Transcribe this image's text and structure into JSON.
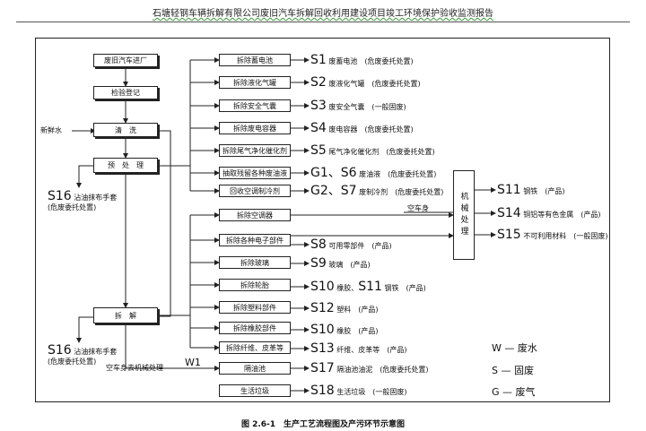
{
  "header": {
    "title": "石塘轻钢车辆拆解有限公司废旧汽车拆解回收利用建设项目竣工环境保护验收监测报告"
  },
  "caption": "图 2.6-1　生产工艺流程图及产污环节示意图",
  "left_column": {
    "car_in": "废旧汽车进厂",
    "inspection": "检验登记",
    "cleaning": "清　洗",
    "pretreatment": "预　处　理",
    "dismantling": "拆　解",
    "fresh_water": "新鲜水",
    "s16_top_code": "S16",
    "s16_top_text": "沾油抹布手套",
    "s16_top_note": "(危废委托处置)",
    "s16_bottom_code": "S16",
    "s16_bottom_text": "沾油抹布手套",
    "s16_bottom_note": "(危废委托处置)",
    "body_to_mechanical": "空车身去机械处理",
    "w1": "W1"
  },
  "pretreat_steps": [
    {
      "box": "拆除蓄电池",
      "code": "S1",
      "text": "废蓄电池　(危废委托处置)"
    },
    {
      "box": "拆除液化气罐",
      "code": "S2",
      "text": "废液化气罐　(危废委托处置)"
    },
    {
      "box": "拆除安全气囊",
      "code": "S3",
      "text": "废安全气囊　(一般固废)"
    },
    {
      "box": "拆除废电容器",
      "code": "S4",
      "text": "废电容器　(危废委托处置)"
    },
    {
      "box": "拆除尾气净化催化剂",
      "code": "S5",
      "text": "尾气净化催化剂　(危废委托处置)"
    },
    {
      "box": "抽取残留各种废油液",
      "code": "G1、S6",
      "text": "废油液　(危废委托处置)"
    },
    {
      "box": "回收空调制冷剂",
      "code": "G2、S7",
      "text": "废制冷剂　(危废委托处置)"
    }
  ],
  "dismantle_steps": [
    {
      "box": "拆除空调器",
      "code": "",
      "text": ""
    },
    {
      "box": "拆除各种电子部件",
      "code": "S8",
      "text": "可用零部件　(产品)"
    },
    {
      "box": "拆除玻璃",
      "code": "S9",
      "text": "玻璃　(产品)"
    },
    {
      "box": "拆除轮胎",
      "code": "S10",
      "text": "橡胶、",
      "code2": "S11",
      "text2": "钢铁　(产品)"
    },
    {
      "box": "拆除塑料部件",
      "code": "S12",
      "text": "塑料　(产品)"
    },
    {
      "box": "拆除橡胶部件",
      "code": "S10",
      "text": "橡胶　(产品)"
    },
    {
      "box": "拆除纤维、皮革等",
      "code": "S13",
      "text": "纤维、皮革等　(产品)"
    },
    {
      "box": "隔油池",
      "code": "S17",
      "text": "隔油池油泥　(危废委托处置)"
    },
    {
      "box": "生活垃圾",
      "code": "S18",
      "text": "生活垃圾　(一般固废)"
    }
  ],
  "mechanical": {
    "box": "机械处理",
    "empty_body": "空车身",
    "outputs": [
      {
        "code": "S11",
        "text": "钢铁　(产品)"
      },
      {
        "code": "S14",
        "text": "铜铝等有色金属　(产品)"
      },
      {
        "code": "S15",
        "text": "不可利用材料　(一般固废)"
      }
    ]
  },
  "legend": [
    "W — 废水",
    "S — 固废",
    "G — 废气"
  ]
}
